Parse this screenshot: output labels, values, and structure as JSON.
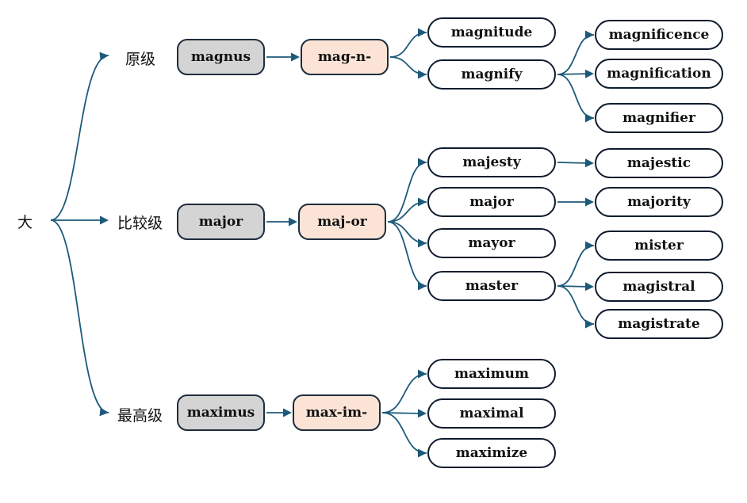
{
  "colors": {
    "line": "#1d5a7a",
    "root_fill": "#d4d4d4",
    "stem_fill": "#fbe4d6"
  },
  "root": "大",
  "groups": [
    {
      "degree": "原级",
      "word": "magnus",
      "stem": "mag-n-",
      "derivatives": [
        {
          "word": "magnitude",
          "children": []
        },
        {
          "word": "magnify",
          "children": [
            "magnificence",
            "magnification",
            "magnifier"
          ]
        }
      ]
    },
    {
      "degree": "比较级",
      "word": "major",
      "stem": "maj-or",
      "derivatives": [
        {
          "word": "majesty",
          "children": [
            "majestic"
          ]
        },
        {
          "word": "major",
          "children": [
            "majority"
          ]
        },
        {
          "word": "mayor",
          "children": []
        },
        {
          "word": "master",
          "children": [
            "mister",
            "magistral",
            "magistrate"
          ]
        }
      ]
    },
    {
      "degree": "最高级",
      "word": "maximus",
      "stem": "max-im-",
      "derivatives": [
        {
          "word": "maximum",
          "children": []
        },
        {
          "word": "maximal",
          "children": []
        },
        {
          "word": "maximize",
          "children": []
        }
      ]
    }
  ]
}
